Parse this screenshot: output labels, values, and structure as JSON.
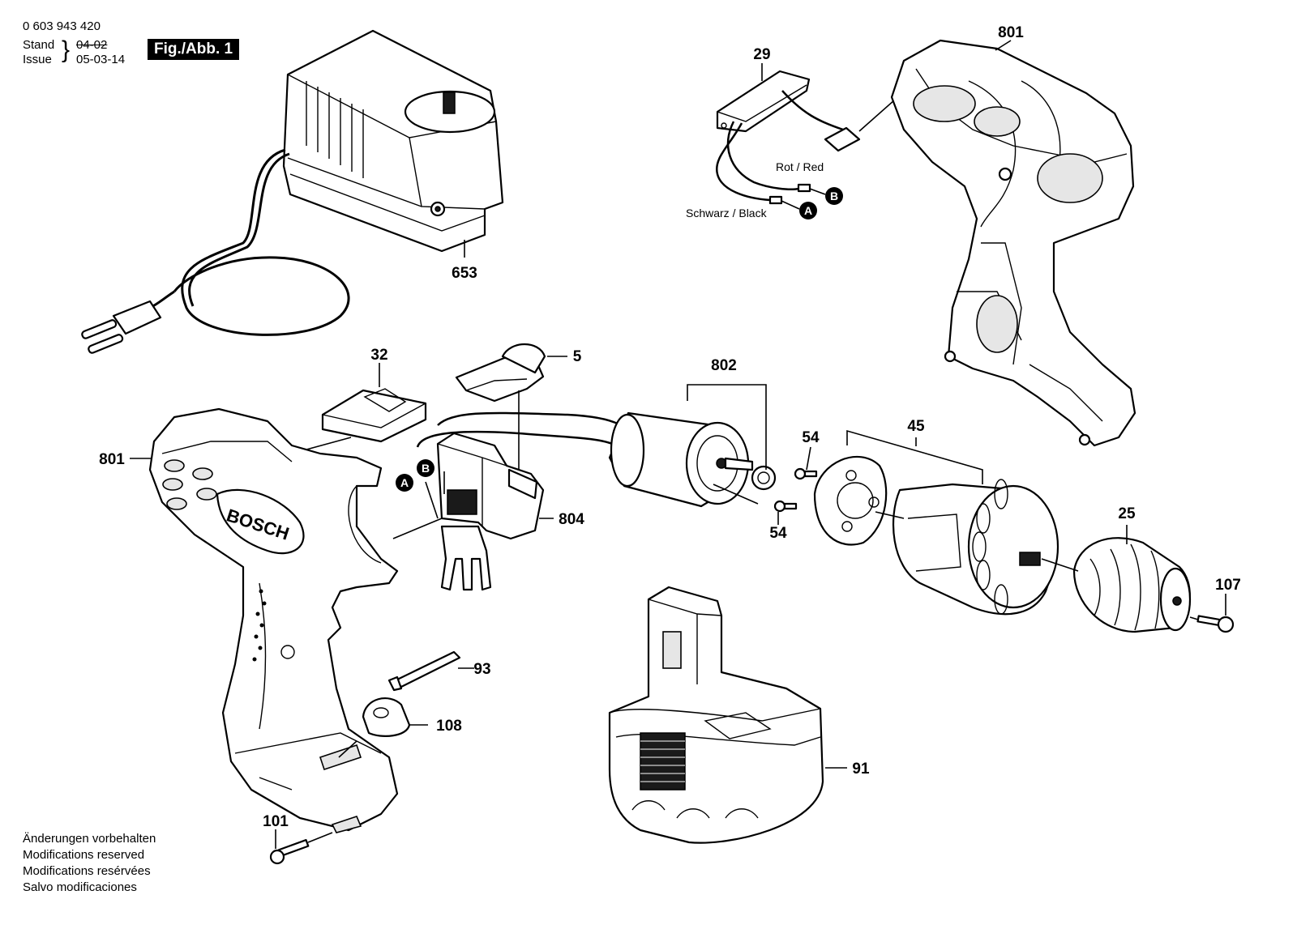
{
  "header": {
    "doc_number": "0 603 943 420",
    "stand_label": "Stand",
    "stand_value": "04-02",
    "issue_label": "Issue",
    "issue_value": "05-03-14",
    "figure_label": "Fig./Abb. 1"
  },
  "notes": [
    "Änderungen vorbehalten",
    "Modifications reserved",
    "Modifications resérvées",
    "Salvo modificaciones"
  ],
  "brand_mark": "BOSCH",
  "wires": {
    "red_label": "Rot / Red",
    "black_label": "Schwarz / Black",
    "marker_a": "A",
    "marker_b": "B"
  },
  "part_numbers": {
    "charger": "653",
    "cable_switch": "29",
    "housing_right": "801",
    "housing_left": "801",
    "cover_32": "32",
    "slider_5": "5",
    "motor": "802",
    "switch": "804",
    "screw_54_top": "54",
    "screw_54_bottom": "54",
    "gearbox": "45",
    "chuck": "25",
    "screw_107": "107",
    "bit": "93",
    "bit_holder": "108",
    "battery": "91",
    "screw_101": "101"
  },
  "colors": {
    "ink": "#000000",
    "paper": "#ffffff"
  }
}
